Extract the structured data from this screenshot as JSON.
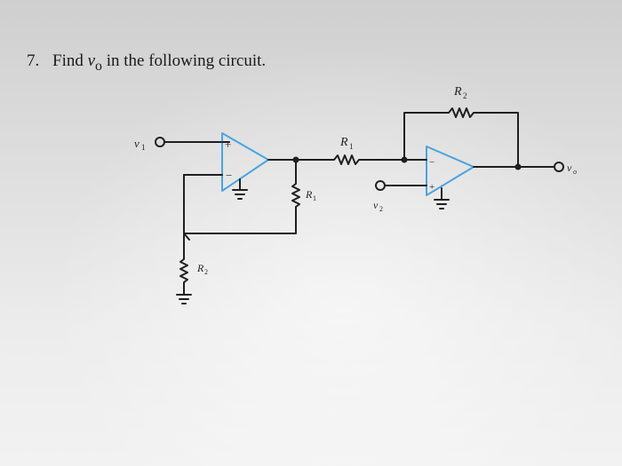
{
  "problem": {
    "number": "7.",
    "text_prefix": "Find",
    "variable": "v",
    "variable_sub": "o",
    "text_suffix": "in the following circuit."
  },
  "circuit": {
    "input1": {
      "symbol": "v",
      "sub": "1"
    },
    "input2": {
      "symbol": "v",
      "sub": "2"
    },
    "output": {
      "symbol": "v",
      "sub": "o"
    },
    "resistors": {
      "r1_series": {
        "symbol": "R",
        "sub": "1"
      },
      "r1_shunt": {
        "symbol": "R",
        "sub": "1"
      },
      "r2_feedback": {
        "symbol": "R",
        "sub": "2"
      },
      "r2_ground": {
        "symbol": "R",
        "sub": "2"
      }
    },
    "opamp1": {
      "plus": "+",
      "minus": "−"
    },
    "opamp2": {
      "plus": "+",
      "minus": "−"
    },
    "colors": {
      "wire": "#1f1f1f",
      "opamp": "#4aa3e0"
    }
  }
}
